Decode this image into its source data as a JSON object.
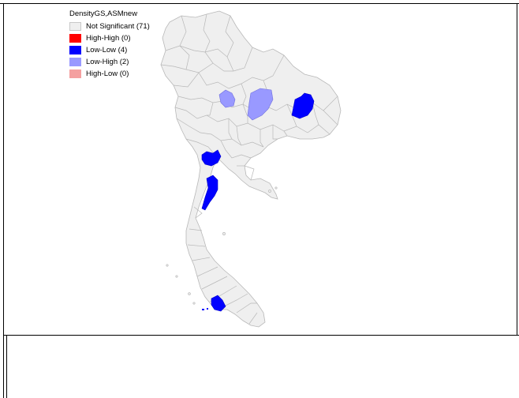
{
  "legend": {
    "title": "DensityGS,ASMnew",
    "items": [
      {
        "label": "Not Significant (71)",
        "color": "#efefef"
      },
      {
        "label": "High-High (0)",
        "color": "#ff0000"
      },
      {
        "label": "Low-Low (4)",
        "color": "#0000ff"
      },
      {
        "label": "Low-High (2)",
        "color": "#9999ff"
      },
      {
        "label": "High-Low (0)",
        "color": "#f4a0a0"
      }
    ]
  },
  "map": {
    "base_color": "#efefef",
    "border_color": "#b8b8b8",
    "low_low_color": "#0000ff",
    "low_high_color": "#9999ff"
  }
}
